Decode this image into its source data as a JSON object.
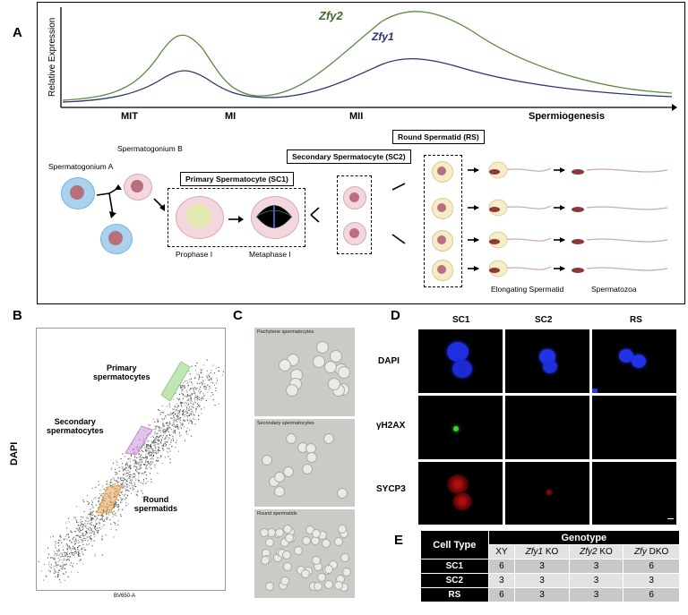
{
  "panels": {
    "a": "A",
    "b": "B",
    "c": "C",
    "d": "D",
    "e": "E"
  },
  "panel_a": {
    "ylabel": "Relative Expression",
    "gene_zfy2": "Zfy2",
    "gene_zfy1": "Zfy1",
    "stages": [
      "MIT",
      "MI",
      "MII",
      "Spermiogenesis"
    ],
    "cell_labels": {
      "sg_a": "Spermatogonium A",
      "sg_b": "Spermatogonium B",
      "sc1": "Primary Spermatocyte (SC1)",
      "sc2": "Secondary Spermatocyte (SC2)",
      "rs": "Round Spermatid (RS)",
      "prophase": "Prophase I",
      "metaphase": "Metaphase I",
      "elongating": "Elongating Spermatid",
      "spermatozoa": "Spermatozoa"
    },
    "colors": {
      "zfy2": "#5a8a3c",
      "zfy1": "#2e3470"
    }
  },
  "panel_b": {
    "ylabel": "DAPI",
    "xlabel": "BV650-A",
    "gates": [
      {
        "name": "P5",
        "label": "Primary\nspermatocytes"
      },
      {
        "name": "P4",
        "label": "Secondary\nspermatocytes"
      },
      {
        "name": "P3",
        "label": "Round\nspermatids"
      }
    ],
    "gate_colors": {
      "P5": "#8fcf7a",
      "P4": "#c98fd6",
      "P3": "#e8a04a"
    }
  },
  "panel_c": {
    "images": [
      "Pachytene spermatocytes",
      "Secondary spermatocytes",
      "Round spermatids"
    ]
  },
  "panel_d": {
    "columns": [
      "SC1",
      "SC2",
      "RS"
    ],
    "rows": [
      "DAPI",
      "γH2AX",
      "SYCP3"
    ]
  },
  "panel_e": {
    "corner": "Cell Type",
    "group_header": "Genotype",
    "columns": [
      "XY",
      "Zfy1 KO",
      "Zfy2 KO",
      "Zfy DKO"
    ],
    "rows": [
      {
        "label": "SC1",
        "values": [
          "6",
          "3",
          "3",
          "6"
        ]
      },
      {
        "label": "SC2",
        "values": [
          "3",
          "3",
          "3",
          "3"
        ]
      },
      {
        "label": "RS",
        "values": [
          "6",
          "3",
          "3",
          "6"
        ]
      }
    ]
  }
}
